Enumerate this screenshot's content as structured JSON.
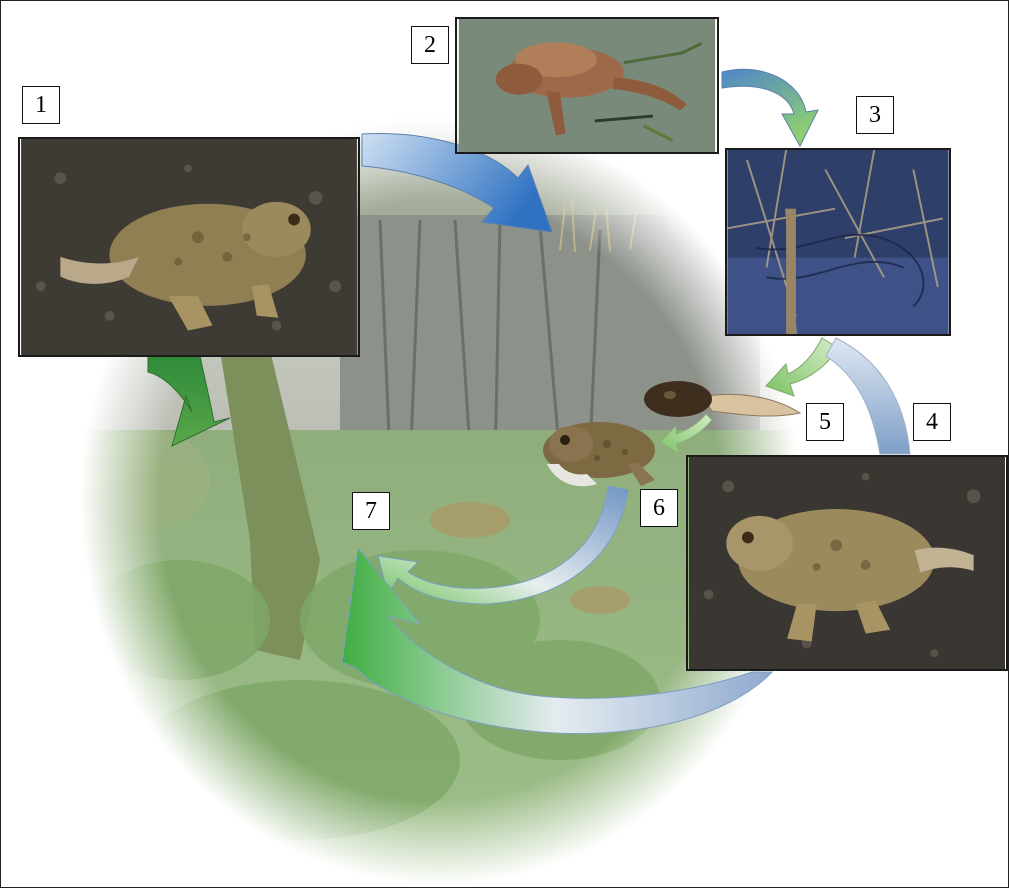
{
  "diagram": {
    "stage_labels": [
      "1",
      "2",
      "3",
      "4",
      "5",
      "6",
      "7"
    ]
  },
  "photos": {
    "p1": "adult-toad-icon",
    "p2": "mating-toads-icon",
    "p3": "toad-spawn-icon",
    "p4": "adult-toad-icon",
    "p5": "tadpole-icon",
    "p6": "toadlet-icon"
  },
  "colors": {
    "blue_arrow": "#3f7fc8",
    "green_arrow": "#4a9a3a",
    "pale_arrow": "#b9cbe0",
    "border": "#1a1a1a"
  }
}
